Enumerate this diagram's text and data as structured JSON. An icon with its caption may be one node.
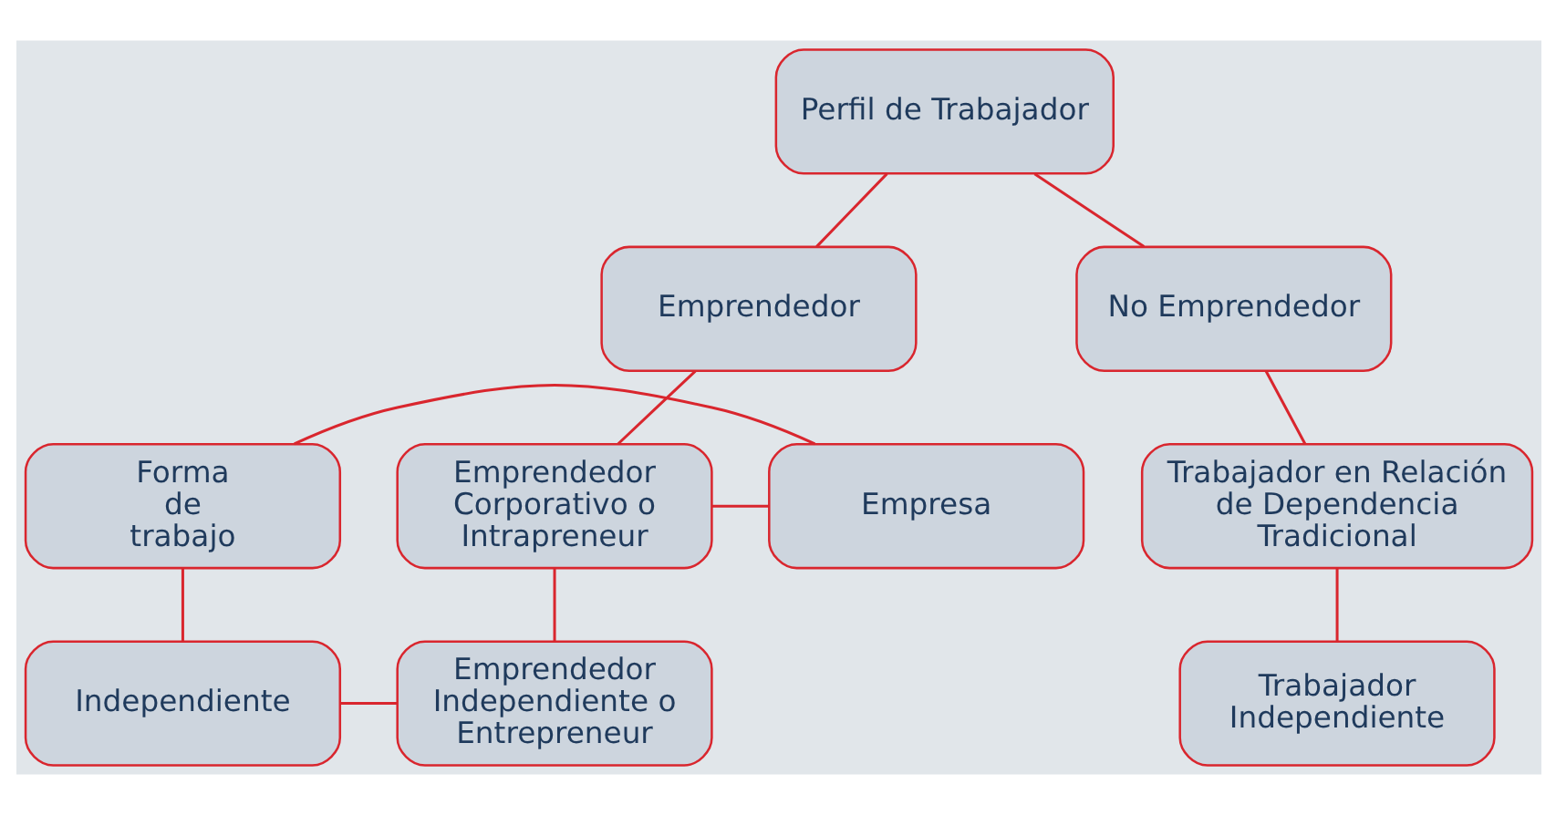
{
  "diagram": {
    "nodes": [
      {
        "text": [
          "Perfil de Trabajador"
        ]
      },
      {
        "text": [
          "Emprendedor"
        ]
      },
      {
        "text": [
          "No Emprendedor"
        ]
      },
      {
        "text": [
          "Forma de trabajo"
        ]
      },
      {
        "text": [
          "Empresa"
        ]
      },
      {
        "text": [
          "Emprendedor Corporativo o Intrapreneur"
        ]
      },
      {
        "text": [
          "Trabajador en Relación de Dependencia Tradicional"
        ]
      },
      {
        "text": [
          "Independiente"
        ]
      },
      {
        "text": [
          "Emprendedor Independiente o Entrepreneur"
        ]
      },
      {
        "text": [
          "Trabajador Independiente"
        ]
      }
    ],
    "edges": [
      {
        "from": 0,
        "to": 1,
        "arrow": "none"
      },
      {
        "from": 0,
        "to": 2,
        "arrow": "none"
      },
      {
        "from": 1,
        "to": 5,
        "arrow": "none"
      },
      {
        "from": 5,
        "to": 8,
        "arrow": "none"
      },
      {
        "from": 2,
        "to": 6,
        "arrow": "none"
      },
      {
        "from": 6,
        "to": 9,
        "arrow": "none"
      },
      {
        "from": 3,
        "to": 4,
        "arrow": "none"
      },
      {
        "from": 3,
        "to": 7,
        "arrow": "none"
      },
      {
        "from": 4,
        "to": 5,
        "arrow": "none"
      },
      {
        "from": 7,
        "to": 8,
        "arrow": "none"
      }
    ]
  }
}
